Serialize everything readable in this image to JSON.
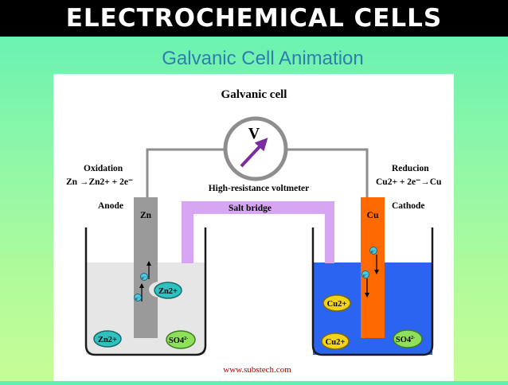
{
  "slide": {
    "title": "ELECTROCHEMICAL CELLS",
    "subtitle": "Galvanic Cell Animation"
  },
  "diagram": {
    "title": "Galvanic cell",
    "voltmeter_symbol": "V",
    "voltmeter_label": "High-resistance voltmeter",
    "salt_bridge_label": "Salt bridge",
    "left": {
      "reaction_title": "Oxidation",
      "reaction": "Zn →Zn2+ + 2e⁻",
      "electrode_role": "Anode",
      "electrode_symbol": "Zn"
    },
    "right": {
      "reaction_title": "Reducion",
      "reaction": "Cu2+ + 2e⁻→Cu",
      "electrode_role": "Cathode",
      "electrode_symbol": "Cu"
    },
    "ions": {
      "zn_ion": "Zn2+",
      "cu_ion": "Cu2+",
      "sulfate": "SO4",
      "sulfate_charge": "2-",
      "electron": "e⁻"
    },
    "credit": "www.substech.com",
    "colors": {
      "zinc_electrode": "#9a9a9a",
      "copper_electrode": "#ff6a00",
      "salt_bridge": "#d7a6f2",
      "zn_solution": "#e6e6e6",
      "cu_solution": "#2a64f0",
      "wire": "#8e8e8e",
      "needle": "#7b2c9e"
    }
  }
}
